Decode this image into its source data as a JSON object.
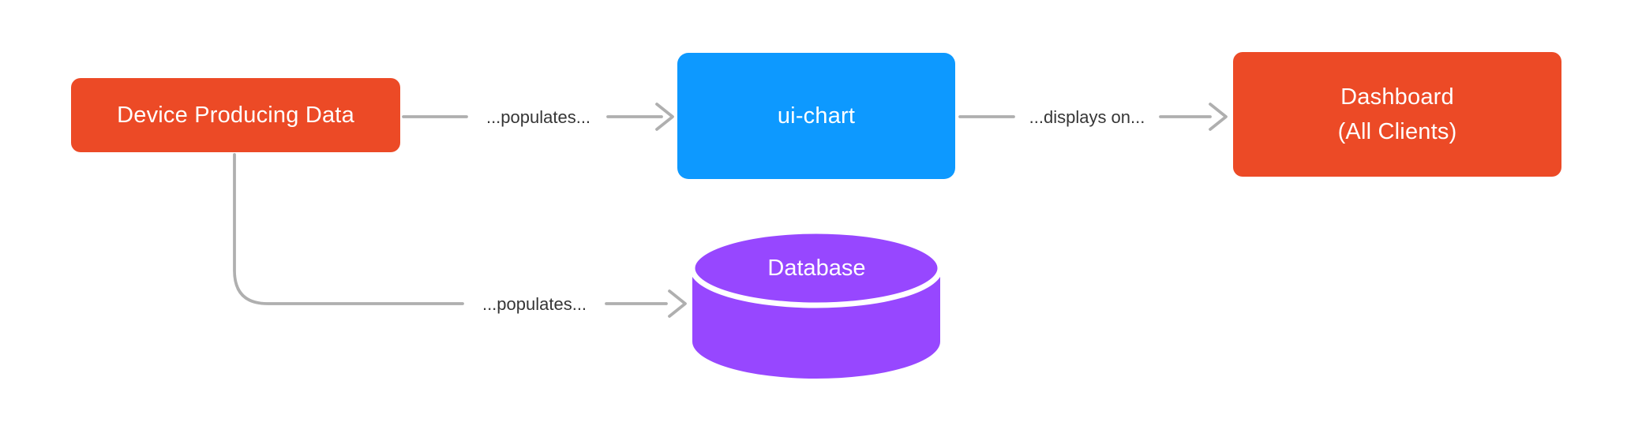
{
  "diagram": {
    "title": "",
    "nodes": {
      "device": {
        "label": "Device Producing Data",
        "shape": "rounded-rect",
        "color": "#EC4A26"
      },
      "ui_chart": {
        "label": "ui-chart",
        "shape": "rounded-rect",
        "color": "#0D99FF"
      },
      "dashboard": {
        "label_line1": "Dashboard",
        "label_line2": "(All Clients)",
        "shape": "rounded-rect",
        "color": "#EC4A26"
      },
      "database": {
        "label": "Database",
        "shape": "cylinder",
        "color": "#9747FF"
      }
    },
    "edges": [
      {
        "from": "device",
        "to": "ui_chart",
        "label": "...populates..."
      },
      {
        "from": "ui_chart",
        "to": "dashboard",
        "label": "...displays on..."
      },
      {
        "from": "device",
        "to": "database",
        "label": "...populates..."
      }
    ],
    "edge_labels": {
      "device_to_uichart": "...populates...",
      "uichart_to_dashboard": "...displays on...",
      "device_to_database": "...populates..."
    },
    "colors": {
      "background": "#FFFFFF",
      "node_orange": "#EC4A26",
      "node_blue": "#0D99FF",
      "node_purple": "#9747FF",
      "node_text": "#FFFFFF",
      "arrow_gray": "#AFAFAF",
      "edge_label_text": "#363636"
    }
  }
}
